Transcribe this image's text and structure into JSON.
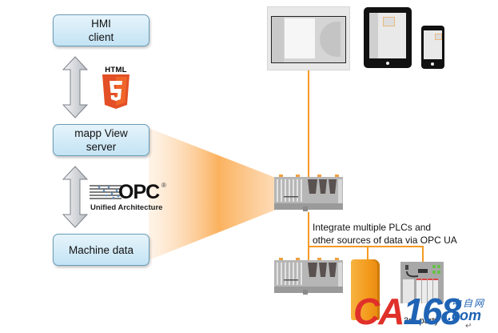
{
  "stack": {
    "hmi_client": {
      "line1": "HMI",
      "line2": "client"
    },
    "mapp_view_server": {
      "line1": "mapp View",
      "line2": "server"
    },
    "machine_data": {
      "label": "Machine data"
    }
  },
  "logos": {
    "html5": {
      "title": "HTML",
      "digit": "5",
      "color": "#e34f26"
    },
    "opc": {
      "word": "OPC",
      "registered": "®",
      "subtitle": "Unified Architecture"
    }
  },
  "devices": {
    "panel": "industrial-panel-display",
    "tablet": "tablet",
    "phone": "smartphone"
  },
  "network": {
    "caption_line1": "Integrate multiple PLCs and",
    "caption_line2": "other sources of data via OPC UA",
    "third_party_label": "3rd-party",
    "third_party_sup": "rd",
    "line_color": "#f59a23"
  },
  "watermark": {
    "brand": "CA168",
    "brand_part1": "CA",
    "brand_part2": "168",
    "cn_text": "中自网",
    "domain": ".com",
    "return_glyph": "↵"
  }
}
